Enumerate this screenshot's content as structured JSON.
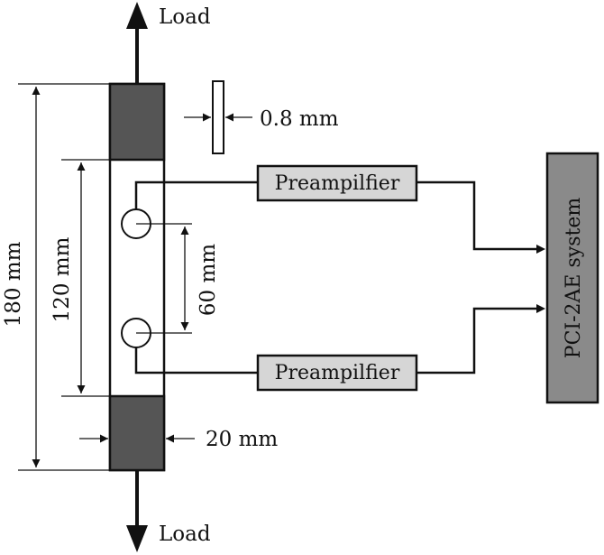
{
  "labels": {
    "load_top": "Load",
    "load_bottom": "Load",
    "thickness": "0.8 mm",
    "total_length": "180 mm",
    "gauge_length": "120 mm",
    "sensor_spacing": "60 mm",
    "width": "20 mm",
    "preamp_top": "Preampilfier",
    "preamp_bottom": "Preampilfier",
    "system": "PCI-2AE system"
  },
  "colors": {
    "grip": "#555555",
    "preamp_fill": "#d6d6d6",
    "system_fill": "#8a8a8a",
    "line": "#111111"
  }
}
